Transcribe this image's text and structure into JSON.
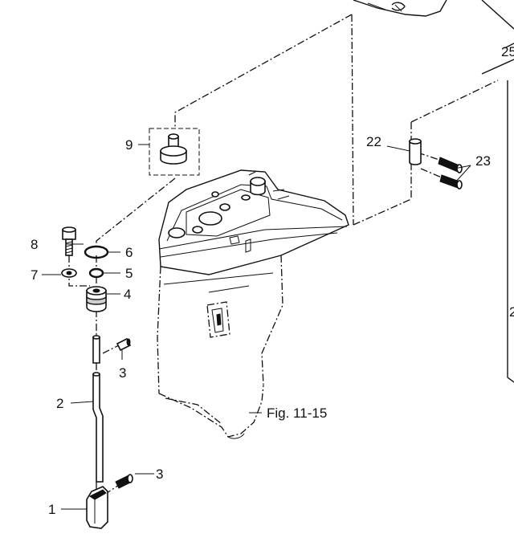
{
  "diagram": {
    "figure_reference": "Fig. 11-15",
    "callouts": [
      {
        "id": "c1",
        "number": "1"
      },
      {
        "id": "c2",
        "number": "2"
      },
      {
        "id": "c3a",
        "number": "3"
      },
      {
        "id": "c3b",
        "number": "3"
      },
      {
        "id": "c4",
        "number": "4"
      },
      {
        "id": "c5",
        "number": "5"
      },
      {
        "id": "c6",
        "number": "6"
      },
      {
        "id": "c7",
        "number": "7"
      },
      {
        "id": "c8",
        "number": "8"
      },
      {
        "id": "c9",
        "number": "9"
      },
      {
        "id": "c22",
        "number": "22"
      },
      {
        "id": "c23",
        "number": "23"
      },
      {
        "id": "c25",
        "number": "25"
      },
      {
        "id": "c2r",
        "number": "2"
      }
    ]
  }
}
